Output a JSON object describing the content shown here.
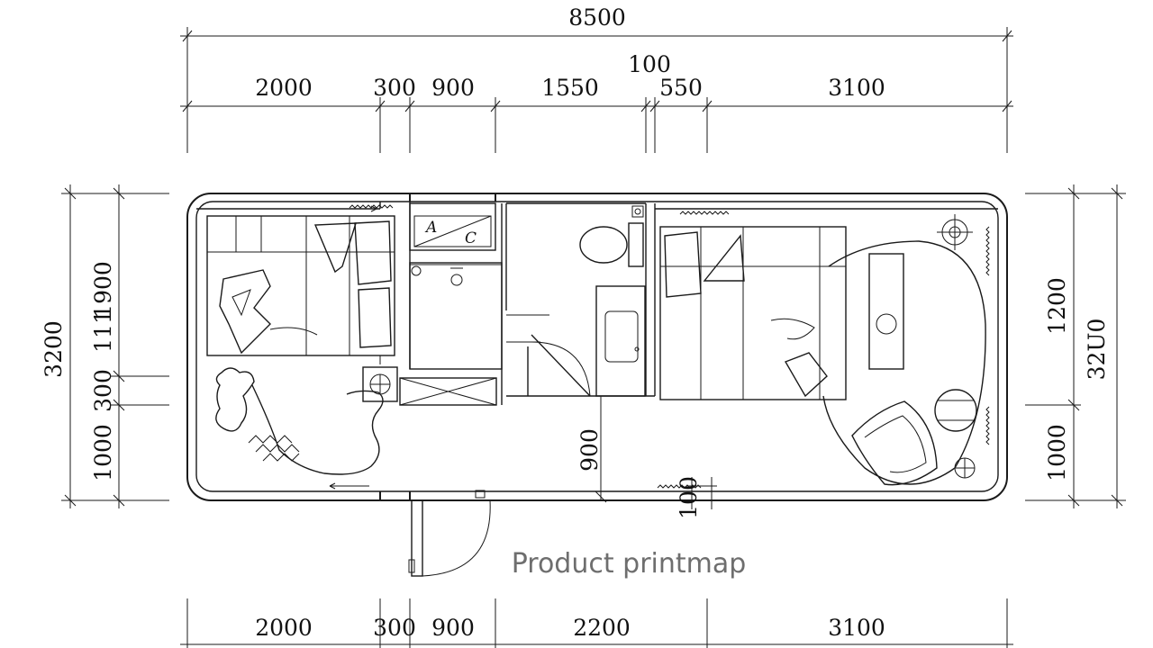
{
  "dimensions": {
    "total_width": "8500",
    "top_segments": [
      "2000",
      "300",
      "900",
      "1550",
      "100",
      "550",
      "3100"
    ],
    "bottom_segments": [
      "2000",
      "300",
      "900",
      "2200",
      "3100"
    ],
    "left_total": "3200",
    "left_segments": [
      "1900",
      "300",
      "1000"
    ],
    "left_extra_text": "111",
    "right_total": "32U0",
    "right_segments": [
      "1200",
      "1000"
    ],
    "inner_vertical": "900",
    "inner_small": "100"
  },
  "labels": {
    "ac_a": "A",
    "ac_c": "C"
  },
  "watermark": "Product printmap"
}
